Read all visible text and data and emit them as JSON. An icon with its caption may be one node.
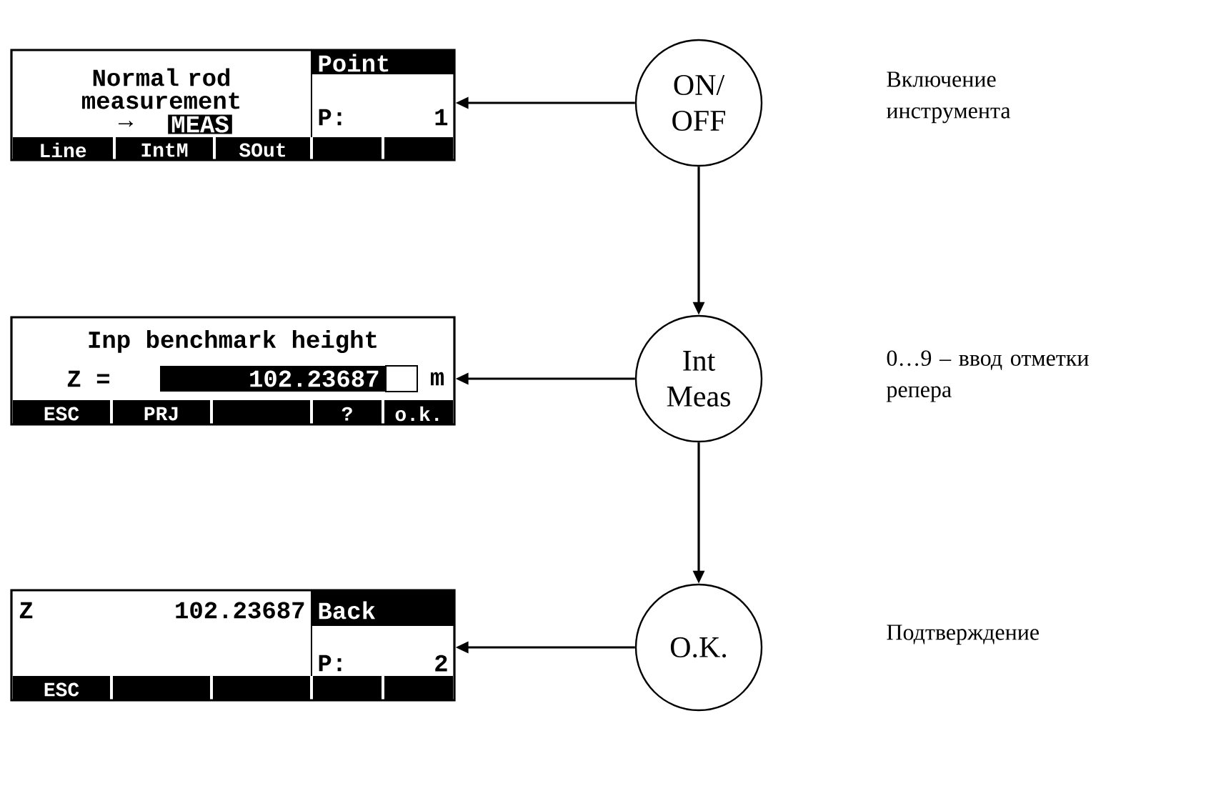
{
  "diagram": {
    "nodes": [
      {
        "text": [
          "Normal rod measurement",
          "→",
          "MEAS",
          "Point",
          "P:",
          "1",
          "Line",
          "IntM",
          "SOut"
        ]
      },
      {
        "text": [
          "ON/ OFF"
        ]
      },
      {
        "text": [
          "Inp benchmark height",
          "Z =",
          "102.23687",
          "m",
          "ESC",
          "PRJ",
          "?",
          "o.k."
        ]
      },
      {
        "text": [
          "Int Meas"
        ]
      },
      {
        "text": [
          "Z",
          "102.23687",
          "Back",
          "P:",
          "2",
          "ESC"
        ]
      },
      {
        "text": [
          "O.K."
        ]
      }
    ],
    "labels": [
      "Включение инструмента",
      "0…9 – ввод отметки репера",
      "Подтверждение"
    ],
    "edges": [
      {
        "from": 1,
        "to": 0,
        "arrow": "to"
      },
      {
        "from": 1,
        "to": 3,
        "arrow": "to"
      },
      {
        "from": 3,
        "to": 2,
        "arrow": "to"
      },
      {
        "from": 3,
        "to": 5,
        "arrow": "to"
      },
      {
        "from": 5,
        "to": 4,
        "arrow": "to"
      }
    ]
  }
}
